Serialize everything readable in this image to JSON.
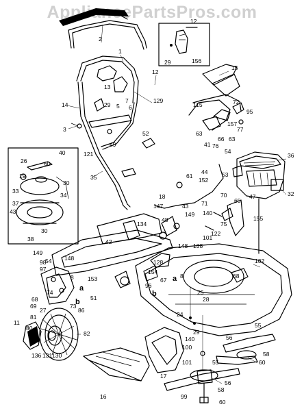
{
  "watermark": "AppliancePartsPros.com",
  "callouts": {
    "p1": "1",
    "p2": "2",
    "p3": "3",
    "p5": "5",
    "p6": "6",
    "p7": "7",
    "p8": "8",
    "p8b": "8",
    "p11": "11",
    "p12a": "12",
    "p12b": "12",
    "p13": "13",
    "p14": "14",
    "p15": "15",
    "p16": "16",
    "p17": "17",
    "p18": "18",
    "p19": "19",
    "p24": "24",
    "p25": "25",
    "p26": "26",
    "p27": "27",
    "p28": "28",
    "p29a": "29",
    "p29b": "29",
    "p29c": "29",
    "p30a": "30",
    "p30b": "30",
    "p32": "32",
    "p33": "33",
    "p34": "34",
    "p35": "35",
    "p36": "36",
    "p37": "37",
    "p38": "38",
    "p40": "40",
    "p41": "41",
    "p42": "42",
    "p43a": "43",
    "p43b": "43",
    "p44": "44",
    "p47": "47",
    "p48": "48",
    "p49": "49",
    "p51": "51",
    "p52": "52",
    "p53": "53",
    "p54a": "54",
    "p54b": "54",
    "p55a": "55",
    "p55b": "55",
    "p56a": "56",
    "p56b": "56",
    "p58a": "58",
    "p58b": "58",
    "p60a": "60",
    "p60b": "60",
    "p60c": "60",
    "p61": "61",
    "p63a": "63",
    "p63b": "63",
    "p65": "65",
    "p66": "66",
    "p67": "67",
    "p68a": "68",
    "p68b": "68",
    "p69": "69",
    "p70": "70",
    "p71": "71",
    "p72": "72",
    "p73": "73",
    "p74": "74",
    "p75": "75",
    "p76": "76",
    "p77": "77",
    "p80": "80",
    "p81": "81",
    "p82": "82",
    "p86": "86",
    "p95": "95",
    "p96": "96",
    "p97": "97",
    "p98": "98",
    "p99": "99",
    "p100": "100",
    "p101a": "101",
    "p101b": "101",
    "p102": "102",
    "p115": "115",
    "p121": "121",
    "p122": "122",
    "p128": "128",
    "p129": "129",
    "p130": "130",
    "p131": "131",
    "p134": "134",
    "p136": "136",
    "p138": "138",
    "p140a": "140",
    "p140b": "140",
    "p147": "147",
    "p148a": "148",
    "p148b": "148",
    "p149a": "149",
    "p149b": "149",
    "p152": "152",
    "p153": "153",
    "p154": "154",
    "p155": "155",
    "p156": "156",
    "p157": "157",
    "la": "a",
    "la2": "a",
    "lb": "b",
    "lb2": "b"
  }
}
